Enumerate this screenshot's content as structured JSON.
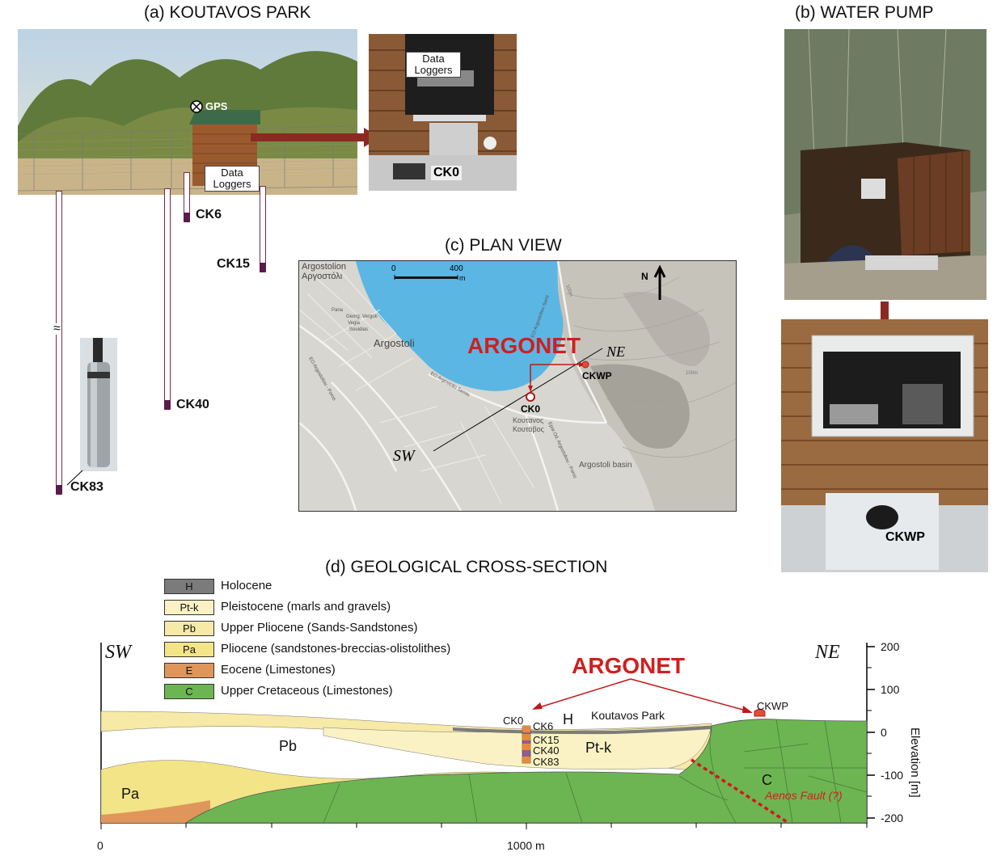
{
  "panel_a": {
    "title": "(a) KOUTAVOS PARK",
    "gps": "GPS",
    "loggers_label": "Data\nLoggers",
    "inset_loggers_label": "Data\nLoggers",
    "inset_ck0": "CK0",
    "boreholes": [
      "CK6",
      "CK15",
      "CK40",
      "CK83"
    ]
  },
  "panel_b": {
    "title": "(b) WATER PUMP",
    "ckwp": "CKWP"
  },
  "panel_c": {
    "title": "(c) PLAN VIEW",
    "north": "N",
    "scale_0": "0",
    "scale_400": "400",
    "scale_unit": "m",
    "argonet": "ARGONET",
    "ne": "NE",
    "sw": "SW",
    "ck0": "CK0",
    "ckwp": "CKWP",
    "places": {
      "argostolion": "Argostolion",
      "argostolion_gr": "Αργοστόλι",
      "argostoli": "Argostoli",
      "koutavos": "Κουταvος",
      "koutavos_gr": "Κουτάβος",
      "basin": "Argostoli basin",
      "road1": "EO Argostoliou Sami",
      "road2": "EO Argostolio Samis",
      "road3": "Epar.Od. Argostoliou - Poros",
      "road4": "EO Argostoliou - Poros",
      "street1": "Georg. Vergoti",
      "street2": "Vegia",
      "street3": "Souidias",
      "street4": "Pana",
      "contour1": "100m",
      "contour2": "100m"
    }
  },
  "panel_d": {
    "title": "(d) GEOLOGICAL CROSS-SECTION",
    "legend": [
      {
        "code": "H",
        "label": "Holocene",
        "color": "#7b7b7b"
      },
      {
        "code": "Pt-k",
        "label": "Pleistocene (marls and gravels)",
        "color": "#faf2c4"
      },
      {
        "code": "Pb",
        "label": "Upper Pliocene (Sands-Sandstones)",
        "color": "#f7e9a6"
      },
      {
        "code": "Pa",
        "label": "Pliocene (sandstones-breccias-olistolithes)",
        "color": "#f3e487"
      },
      {
        "code": "E",
        "label": "Eocene (Limestones)",
        "color": "#e0965a"
      },
      {
        "code": "C",
        "label": "Upper Cretaceous (Limestones)",
        "color": "#6db552"
      }
    ],
    "sw": "SW",
    "ne": "NE",
    "argonet": "ARGONET",
    "ck0": "CK0",
    "ck6": "CK6",
    "ck15": "CK15",
    "ck40": "CK40",
    "ck83": "CK83",
    "h": "H",
    "park": "Koutavos Park",
    "ckwp": "CKWP",
    "pb": "Pb",
    "ptk": "Pt-k",
    "pa": "Pa",
    "c": "C",
    "fault": "Aenos Fault (?)",
    "elev_title": "Elevation [m]",
    "elev_ticks": [
      "200",
      "100",
      "0",
      "-100",
      "-200"
    ],
    "x_ticks": [
      "0",
      "1000 m"
    ]
  },
  "colors": {
    "argonet_red": "#d01f1f",
    "water_blue": "#5bb6e3",
    "arrow_red": "#8b2a22"
  }
}
